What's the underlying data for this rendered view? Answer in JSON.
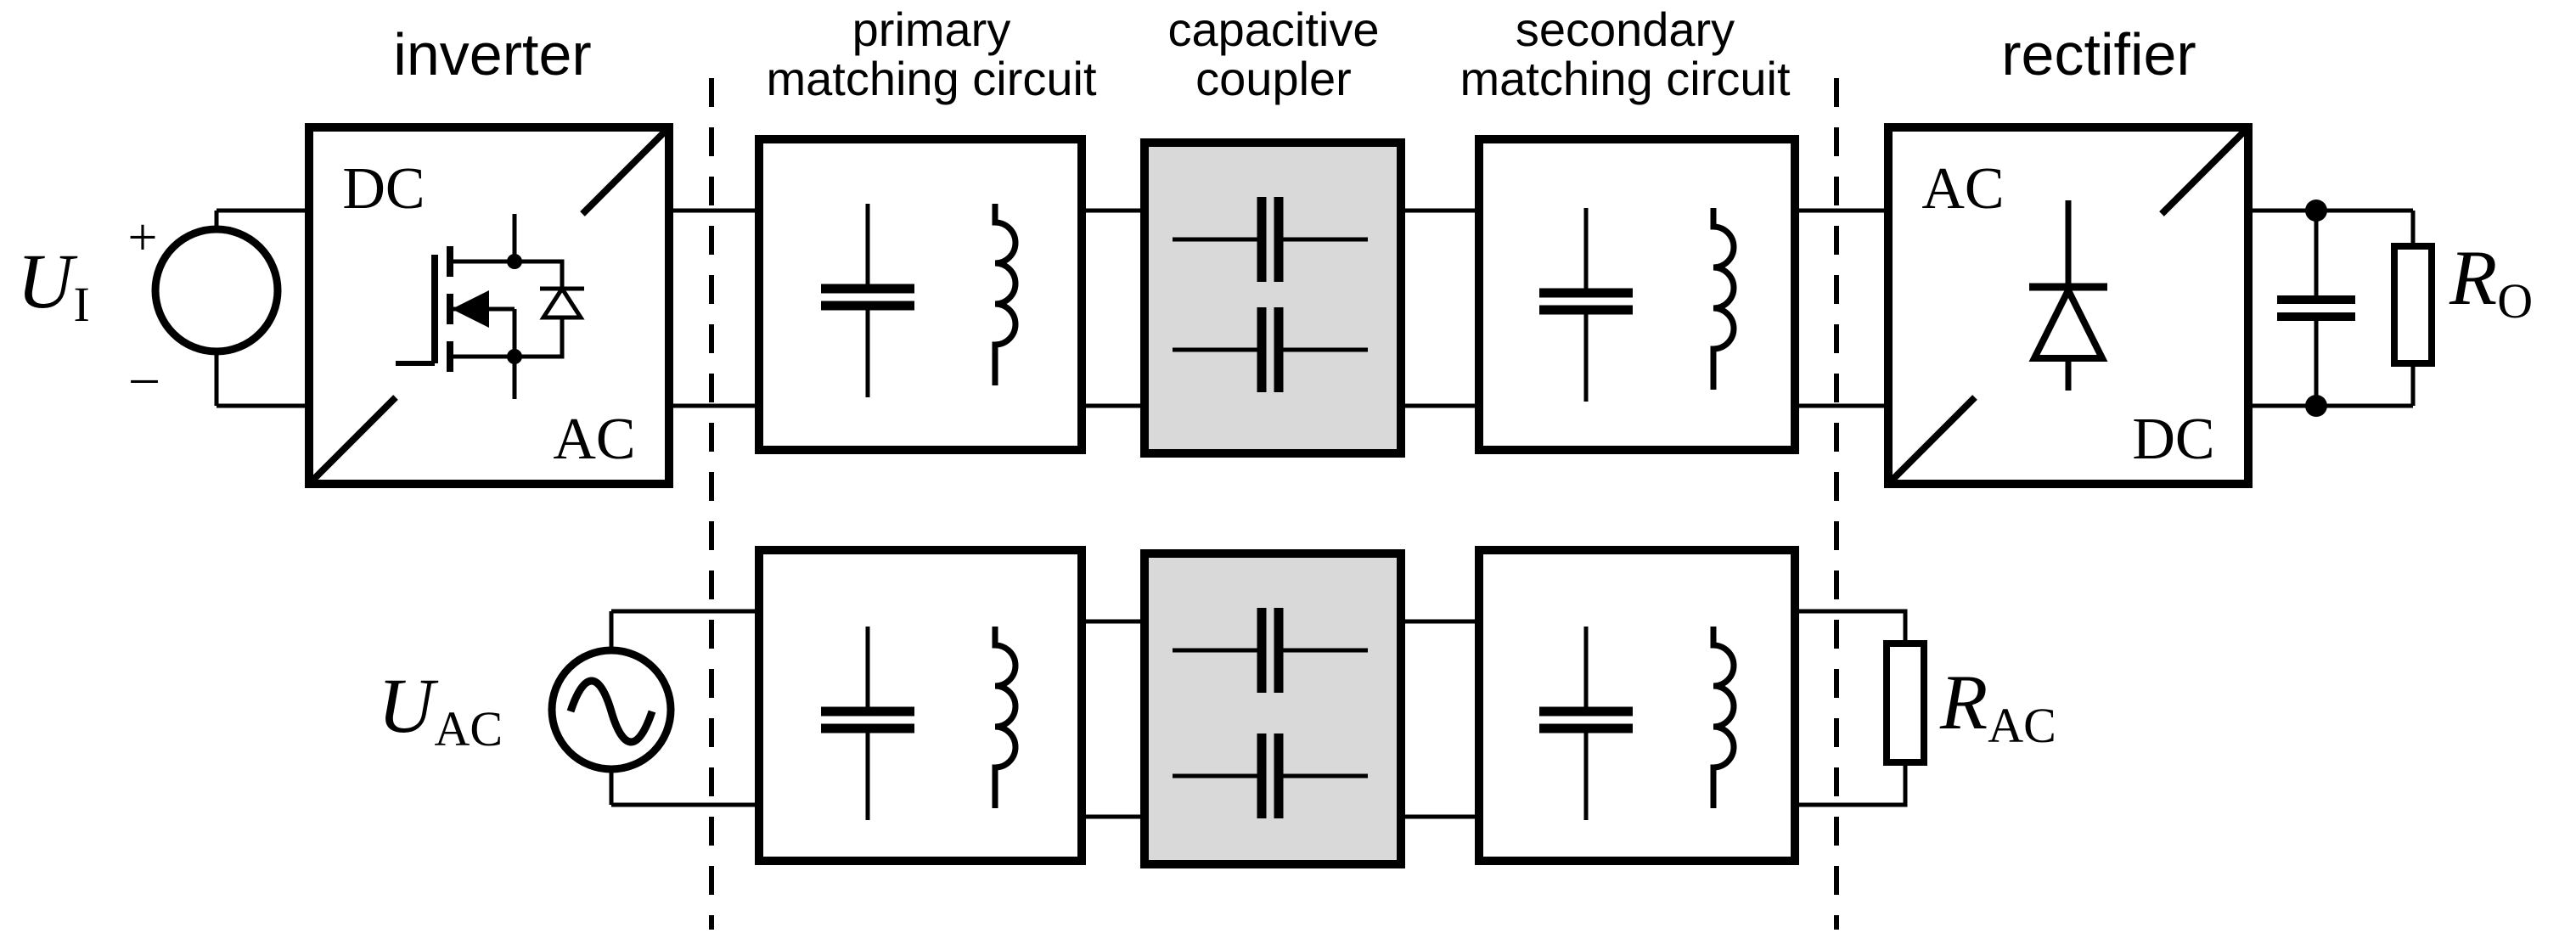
{
  "stage_labels": {
    "inverter": "inverter",
    "primary_line1": "primary",
    "primary_line2": "matching circuit",
    "coupler_line1": "capacitive",
    "coupler_line2": "coupler",
    "secondary_line1": "secondary",
    "secondary_line2": "matching circuit",
    "rectifier": "rectifier"
  },
  "inverter_block": {
    "input_label": "DC",
    "output_label": "AC"
  },
  "rectifier_block": {
    "input_label": "AC",
    "output_label": "DC"
  },
  "source": {
    "symbol": "U",
    "subscript": "I",
    "plus": "+",
    "minus": "–"
  },
  "load": {
    "symbol": "R",
    "subscript": "O"
  },
  "ac_source": {
    "symbol": "U",
    "subscript": "AC"
  },
  "ac_load": {
    "symbol": "R",
    "subscript": "AC"
  },
  "colors": {
    "coupler_fill": "#d9d9d9",
    "stroke": "#000000"
  }
}
